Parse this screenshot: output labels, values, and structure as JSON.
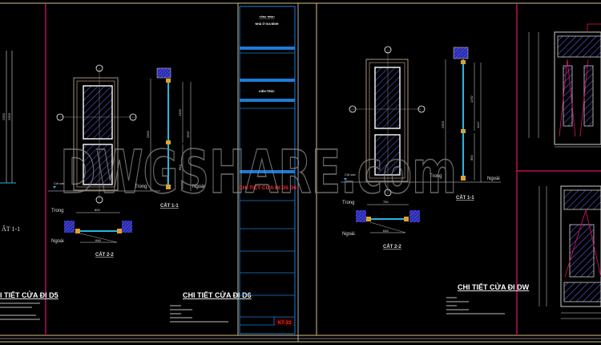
{
  "watermark": "DWGSHARE.com",
  "colors": {
    "background": "#000000",
    "border": "#d9c27a",
    "sheet_divider": "#e0106e",
    "title_block": "#1e7bd6",
    "glass_hatch": "#6b6bff",
    "glass_section": "#29b6e0",
    "highlight_red": "#ff2a2a"
  },
  "left_partial": {
    "section_label": "ẮT 1-1",
    "title": "I TIẾT CỬA ĐI D5",
    "dims": [
      "2353",
      "2353"
    ]
  },
  "door_d6": {
    "title": "CHI TIẾT CỬA ĐI D6",
    "section_1_label": "CẮT 1-1",
    "section_2_label": "CẮT 2-2",
    "inside": "Trong",
    "outside": "Ngoài",
    "floor_level": "Cốt sàn",
    "dims": {
      "width": "800",
      "height": "2353",
      "upper": "1393",
      "total": "1947",
      "lower": "894",
      "inner_width": "646"
    }
  },
  "door_dw": {
    "title": "CHI TIẾT CỬA ĐI DW",
    "section_1_label": "CẮT 1-1",
    "section_2_label": "CẮT 2-2",
    "inside": "Trong",
    "outside": "Ngoài",
    "floor_level": "Cốt sàn",
    "dims": {
      "width": "750",
      "height": "2353",
      "upper": "1262",
      "total": "1147",
      "lower": "894",
      "inner_width": "646"
    }
  },
  "title_block": {
    "project_label": "CÔNG TRÌNH",
    "project": "NHÀ Ở GIA ĐÌNH",
    "sheet_content": "KIẾN TRÚC",
    "drawing_title": "CHI TIẾT CỬA ĐI D5 D6",
    "sheet_number": "KT-33"
  }
}
